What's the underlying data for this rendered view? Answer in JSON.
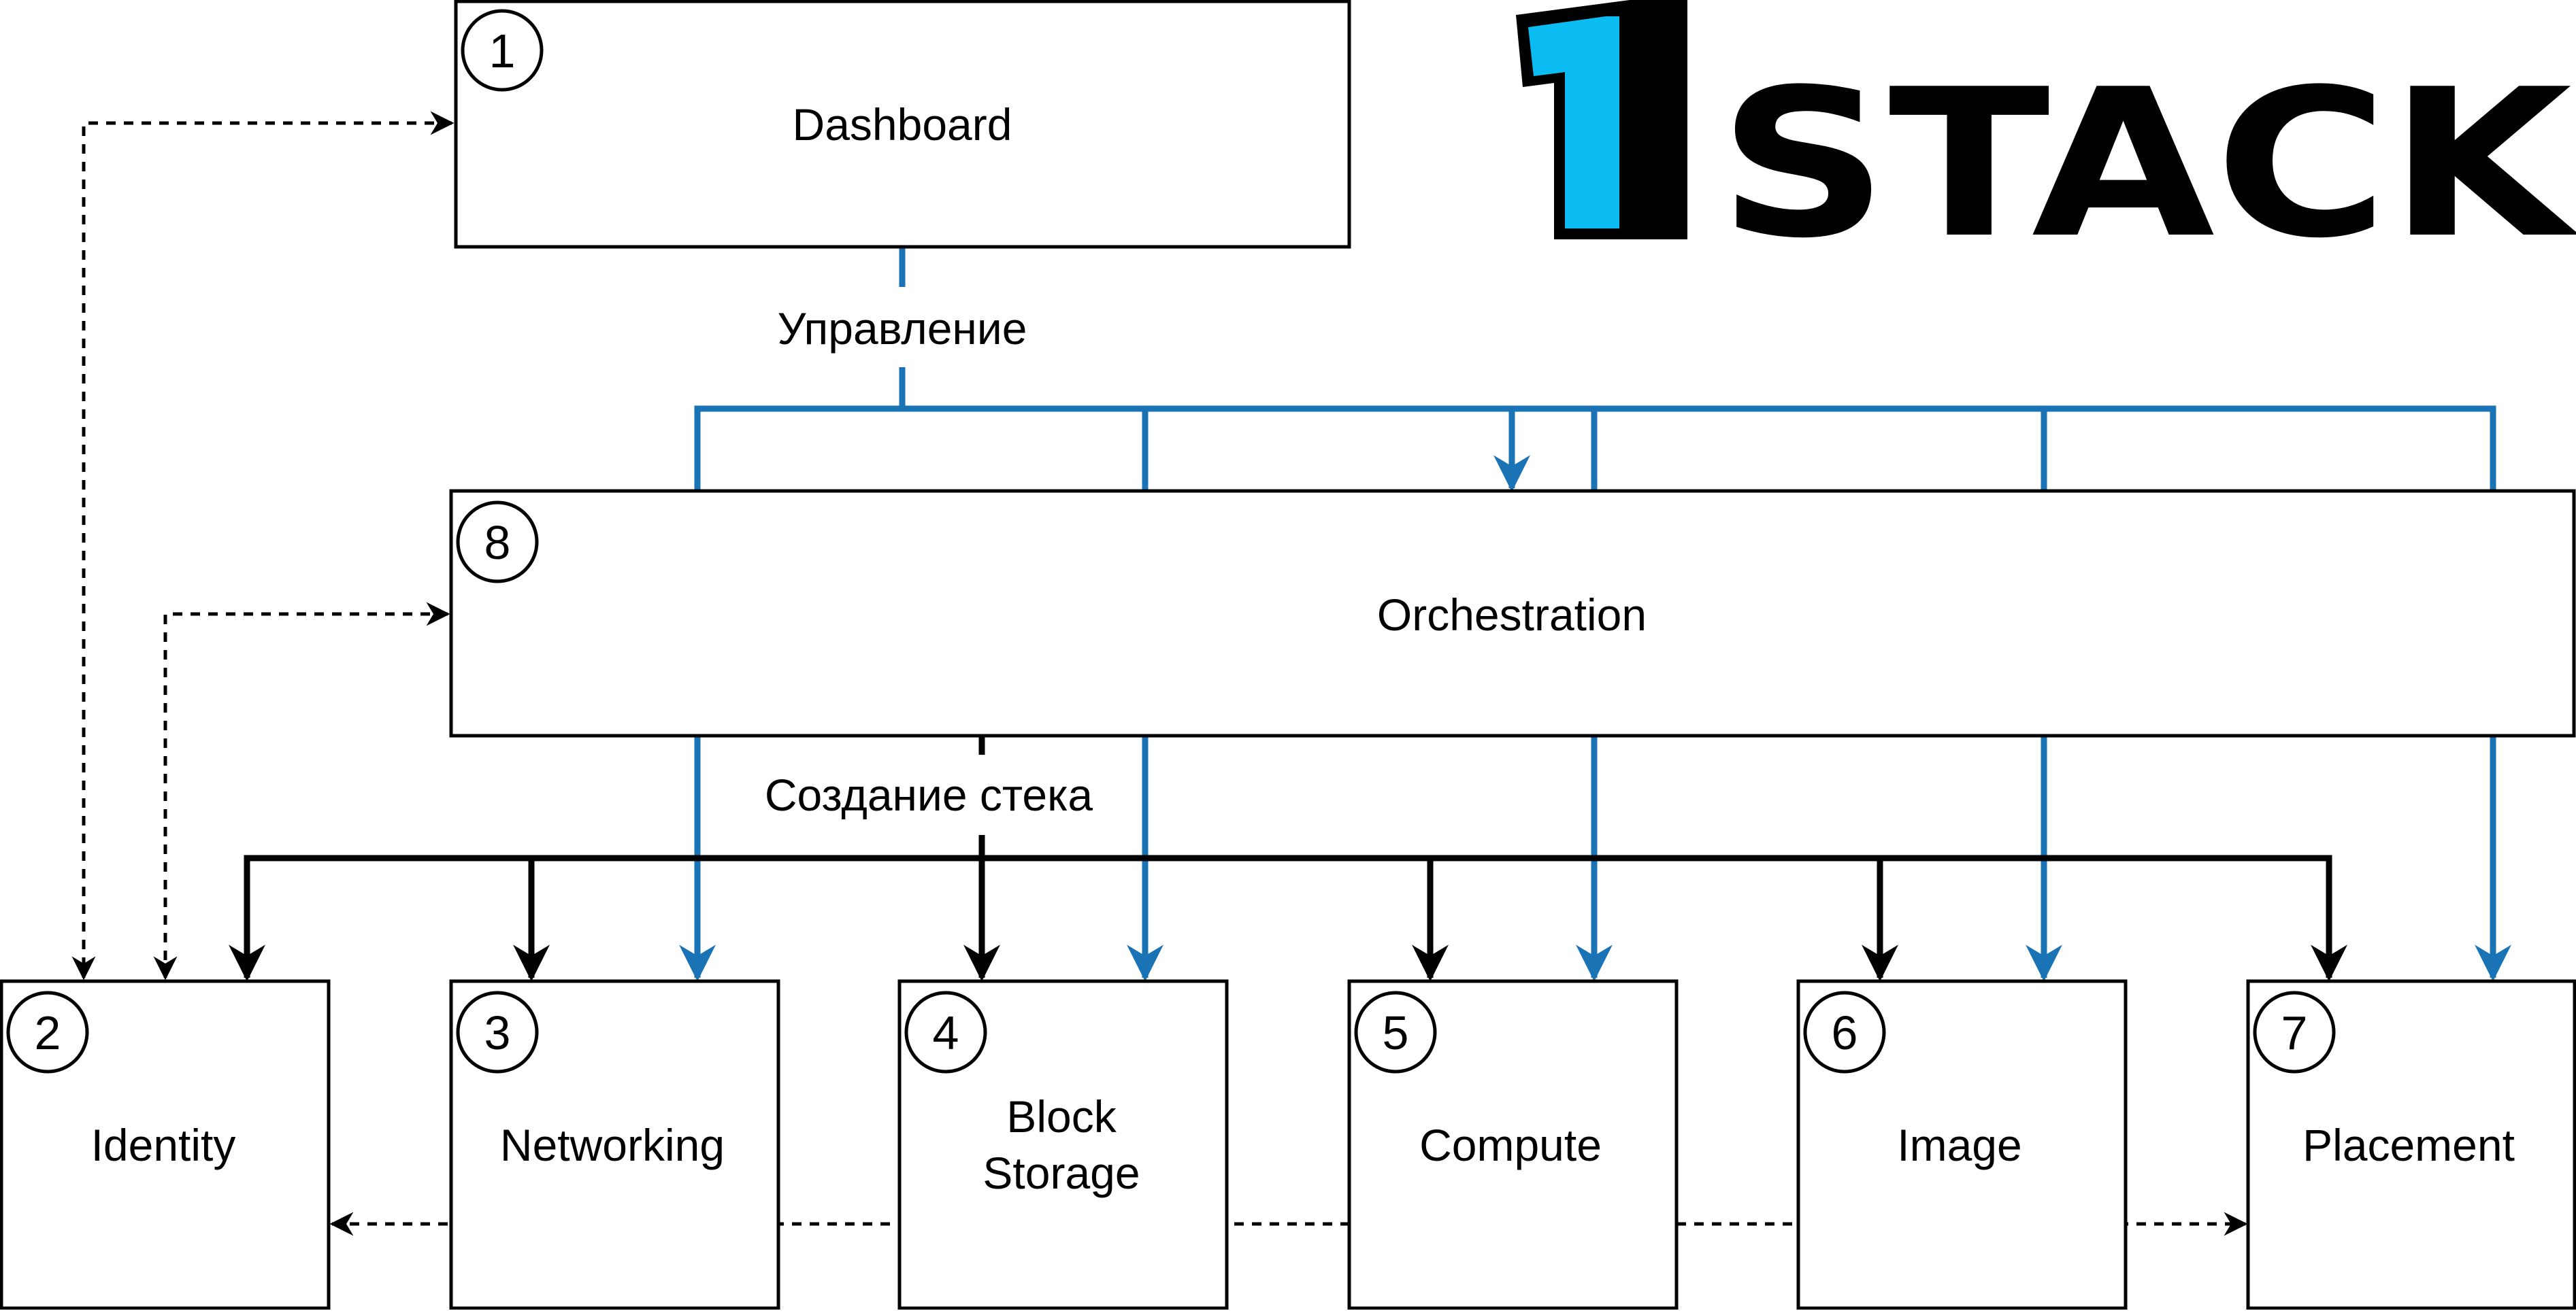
{
  "colors": {
    "accent_blue": "#1a73b5",
    "logo_cyan": "#0bbcf2",
    "line_black": "#000000"
  },
  "logo": {
    "digit": "1",
    "text": "STACK"
  },
  "annotations": {
    "management": "Управление",
    "stack_creation": "Создание стека"
  },
  "components": [
    {
      "id": "dashboard",
      "number": "1",
      "name": "Dashboard"
    },
    {
      "id": "orchestration",
      "number": "8",
      "name": "Orchestration"
    },
    {
      "id": "identity",
      "number": "2",
      "name": "Identity"
    },
    {
      "id": "networking",
      "number": "3",
      "name": "Networking"
    },
    {
      "id": "block-storage",
      "number": "4",
      "name_line1": "Block",
      "name_line2": "Storage"
    },
    {
      "id": "compute",
      "number": "5",
      "name": "Compute"
    },
    {
      "id": "image",
      "number": "6",
      "name": "Image"
    },
    {
      "id": "placement",
      "number": "7",
      "name": "Placement"
    }
  ]
}
